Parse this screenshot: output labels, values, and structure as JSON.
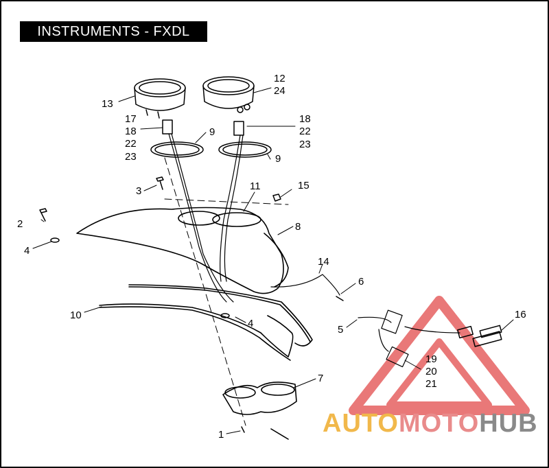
{
  "title": "INSTRUMENTS - FXDL",
  "callouts": {
    "c1": "1",
    "c2": "2",
    "c3": "3",
    "c4a": "4",
    "c4b": "4",
    "c5": "5",
    "c6": "6",
    "c7": "7",
    "c8": "8",
    "c9a": "9",
    "c9b": "9",
    "c10": "10",
    "c11": "11",
    "c12": "12",
    "c13": "13",
    "c14": "14",
    "c15": "15",
    "c16": "16",
    "c17": "17",
    "c18a": "18",
    "c18b": "18",
    "c19": "19",
    "c20": "20",
    "c21": "21",
    "c22a": "22",
    "c22b": "22",
    "c23a": "23",
    "c23b": "23",
    "c24": "24"
  },
  "watermark": {
    "part1": "AUTO",
    "part2": "MOTO",
    "part3": "HUB"
  },
  "colors": {
    "watermark_red": "#e24c4c",
    "watermark_orange": "#f1b84b",
    "watermark_gray": "#8a8a8a"
  }
}
